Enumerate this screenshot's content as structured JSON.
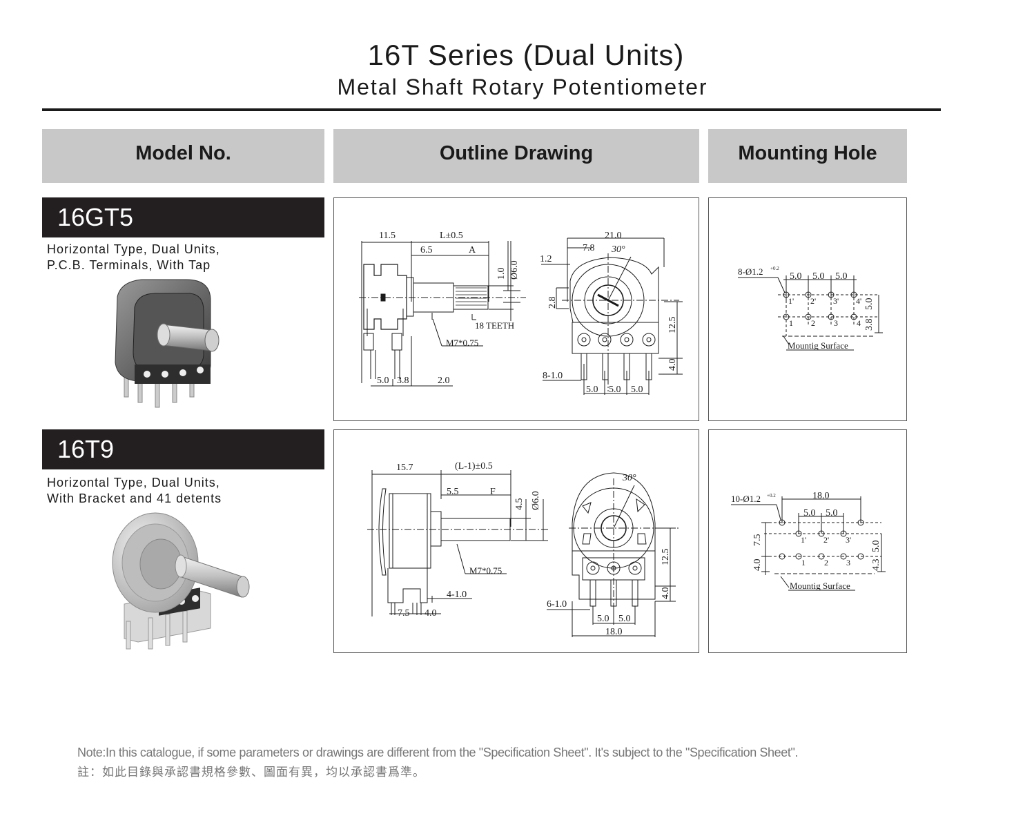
{
  "header": {
    "title": "16T Series (Dual Units)",
    "subtitle": "Metal Shaft Rotary Potentiometer"
  },
  "columns": {
    "model": "Model No.",
    "outline": "Outline Drawing",
    "mounting": "Mounting Hole"
  },
  "models": [
    {
      "name": "16GT5",
      "desc_line1": "Horizontal Type, Dual Units,",
      "desc_line2": "P.C.B. Terminals, With Tap",
      "outline": {
        "d_11_5": "11.5",
        "d_L": "L±0.5",
        "d_6_5": "6.5",
        "d_A": "A",
        "d_1_0": "1.0",
        "d_phi6": "Ø6.0",
        "d_teeth": "18 TEETH",
        "d_m7": "M7*0.75",
        "d_5_0": "5.0",
        "d_3_8": "3.8",
        "d_2_0": "2.0",
        "d_21_0": "21.0",
        "d_7_8": "7.8",
        "d_30": "30°",
        "d_1_2": "1.2",
        "d_2_8": "2.8",
        "d_12_5": "12.5",
        "d_4_0": "4.0",
        "d_8_1_0": "8-1.0",
        "d_p1": "5.0",
        "d_p2": "5.0",
        "d_p3": "5.0"
      },
      "mounting": {
        "holes": "8-Ø1.2",
        "tol": "+0.2",
        "p1": "5.0",
        "p2": "5.0",
        "p3": "5.0",
        "v1": "5.0",
        "v2": "3.8",
        "pins_top": [
          "1'",
          "2'",
          "3'",
          "4'"
        ],
        "pins_bottom": [
          "1",
          "2",
          "3",
          "4"
        ],
        "surface": "Mountig Surface"
      }
    },
    {
      "name": "16T9",
      "desc_line1": "Horizontal Type, Dual Units,",
      "desc_line2": "With Bracket and 41 detents",
      "outline": {
        "d_15_7": "15.7",
        "d_L1": "(L-1)±0.5",
        "d_5_5": "5.5",
        "d_F": "F",
        "d_4_5": "4.5",
        "d_phi6": "Ø6.0",
        "d_m7": "M7*0.75",
        "d_4_1_0": "4-1.0",
        "d_7_5": "7.5",
        "d_4_0": "4.0",
        "d_30": "30°",
        "d_12_5": "12.5",
        "d_4_0b": "4.0",
        "d_6_1_0": "6-1.0",
        "d_p1": "5.0",
        "d_p2": "5.0",
        "d_18_0": "18.0"
      },
      "mounting": {
        "holes": "10-Ø1.2",
        "tol": "+0.2",
        "w": "18.0",
        "p1": "5.0",
        "p2": "5.0",
        "v1": "7.5",
        "v2": "4.0",
        "v3": "5.0",
        "v4": "4.3",
        "pins_top": [
          "1'",
          "2'",
          "3'"
        ],
        "pins_bottom": [
          "1",
          "2",
          "3"
        ],
        "surface": "Mountig Surface"
      }
    }
  ],
  "footer": {
    "note_en": "Note:In this catalogue, if some parameters or drawings are different from the \"Specification Sheet\". It's subject to the \"Specification Sheet\".",
    "note_zh": "註：如此目錄與承認書規格參數、圖面有異，均以承認書爲準。"
  }
}
